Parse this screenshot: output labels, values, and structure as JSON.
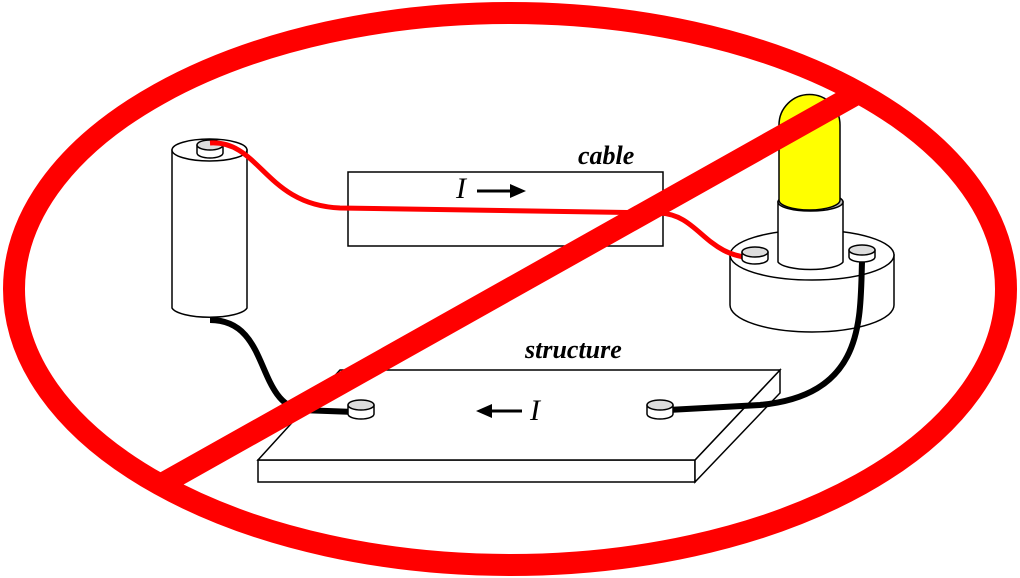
{
  "labels": {
    "cable": "cable",
    "structure": "structure",
    "current_cable": "I",
    "current_structure": "I"
  },
  "colors": {
    "prohibition": "#ff0000",
    "bulb": "#ffff00",
    "positive_wire": "#ff0000",
    "negative_wire": "#000000"
  }
}
